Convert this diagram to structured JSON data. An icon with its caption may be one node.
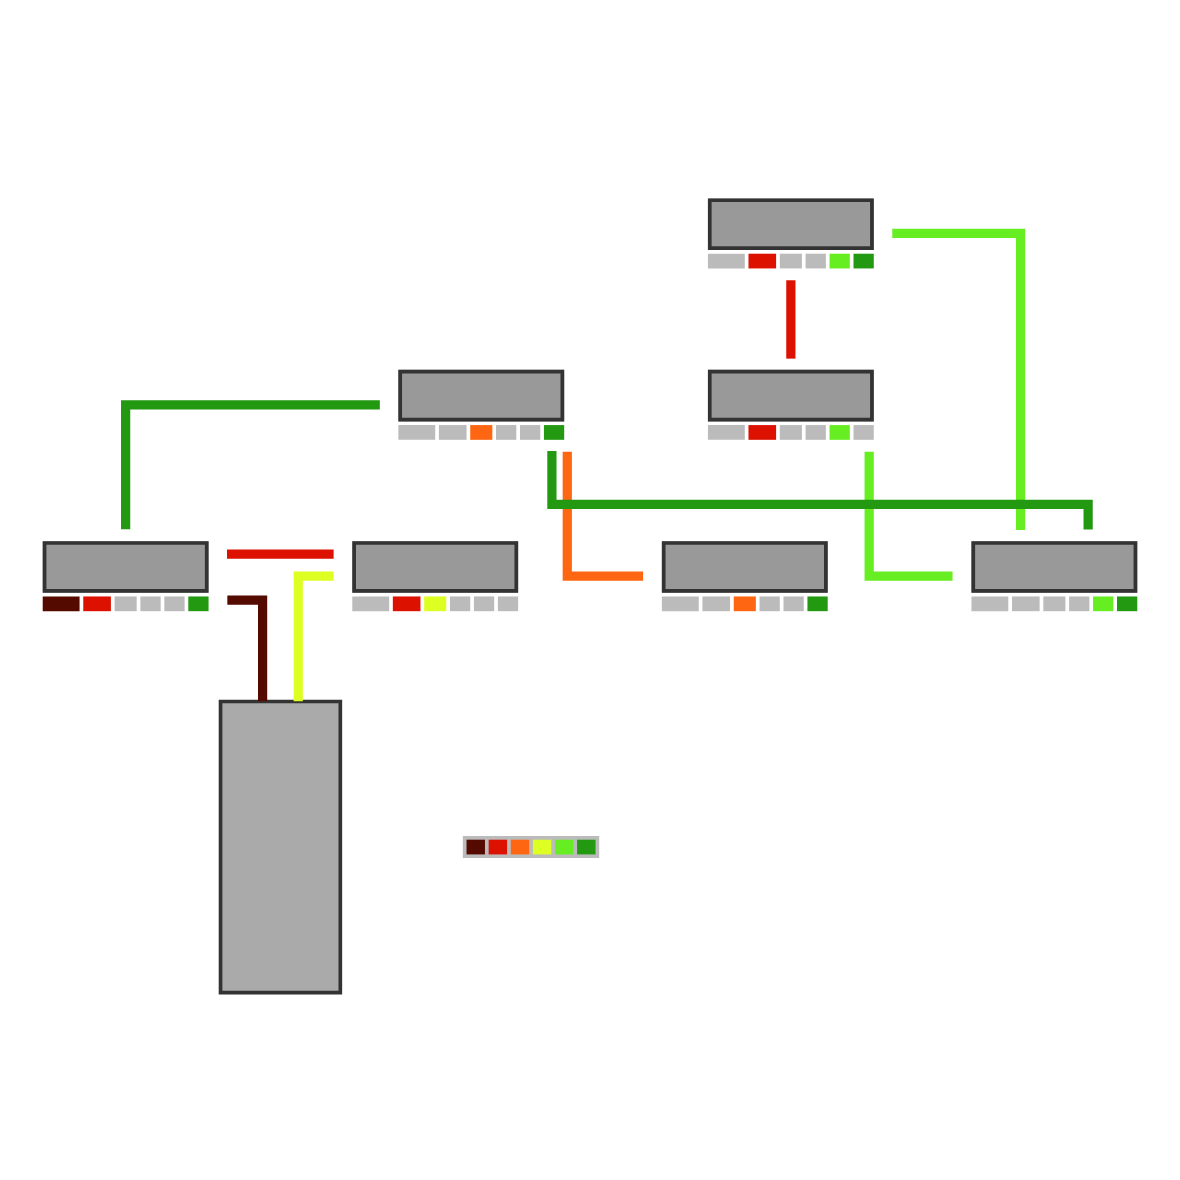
{
  "diagram": {
    "nodes": [
      {
        "text": [],
        "shape": "server"
      },
      {
        "text": [],
        "shape": "server"
      },
      {
        "text": [],
        "shape": "server"
      },
      {
        "text": [],
        "shape": "server"
      },
      {
        "text": [],
        "shape": "server"
      },
      {
        "text": [],
        "shape": "server"
      },
      {
        "text": [],
        "shape": "server"
      },
      {
        "text": [],
        "shape": "tower"
      },
      {
        "text": [],
        "shape": "bar"
      }
    ],
    "edges": [
      {
        "from": 0,
        "to": 3,
        "arrow": "none",
        "color": "#dd1100"
      },
      {
        "from": 1,
        "to": 2,
        "arrow": "none",
        "color": "#dd1100"
      },
      {
        "from": 0,
        "to": 5,
        "arrow": "none",
        "color": "#66ee22"
      },
      {
        "from": 2,
        "to": 7,
        "arrow": "none",
        "color": "#ddff22"
      },
      {
        "from": 1,
        "to": 7,
        "arrow": "none",
        "color": "#550a00"
      },
      {
        "from": 1,
        "to": 4,
        "arrow": "none",
        "color": "#229911"
      },
      {
        "from": 5,
        "to": 4,
        "arrow": "none",
        "color": "#229911"
      },
      {
        "from": 3,
        "to": 5,
        "arrow": "none",
        "color": "#66ee22"
      },
      {
        "from": 4,
        "to": 6,
        "arrow": "none",
        "color": "#ff6611"
      }
    ]
  }
}
